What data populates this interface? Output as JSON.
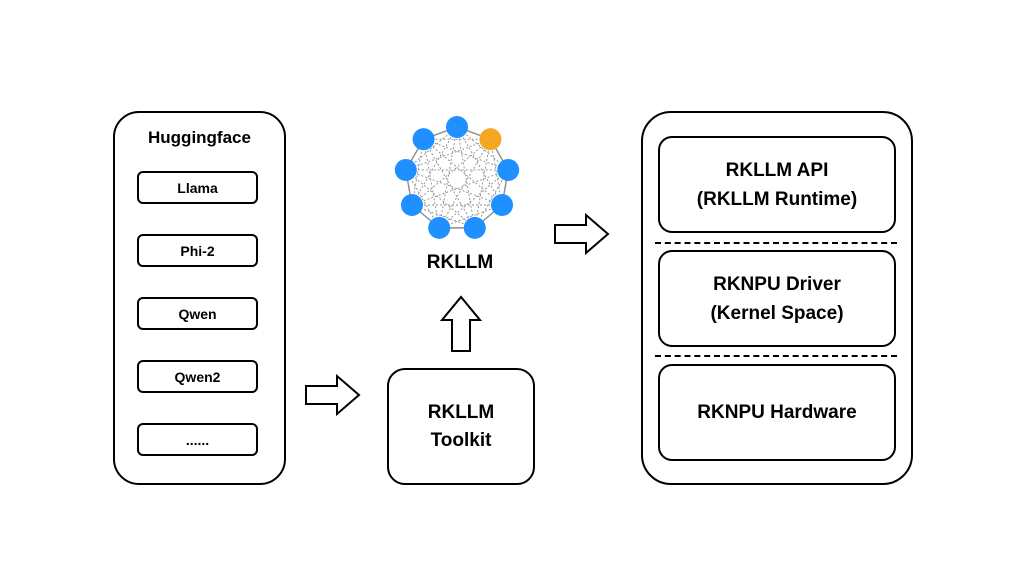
{
  "colors": {
    "node_blue": "#1E90FF",
    "node_orange": "#F5A623",
    "edge": "#8C8C8C",
    "stroke": "#000000"
  },
  "huggingface": {
    "title": "Huggingface",
    "models": [
      "Llama",
      "Phi-2",
      "Qwen",
      "Qwen2",
      "......"
    ]
  },
  "rkllm": {
    "label": "RKLLM",
    "icon": "network-graph-icon"
  },
  "toolkit": {
    "line1": "RKLLM",
    "line2": "Toolkit"
  },
  "runtime_stack": {
    "layers": [
      {
        "line1": "RKLLM API",
        "line2": "(RKLLM Runtime)"
      },
      {
        "line1": "RKNPU Driver",
        "line2": "(Kernel Space)"
      },
      {
        "line1": "RKNPU Hardware",
        "line2": ""
      }
    ]
  }
}
